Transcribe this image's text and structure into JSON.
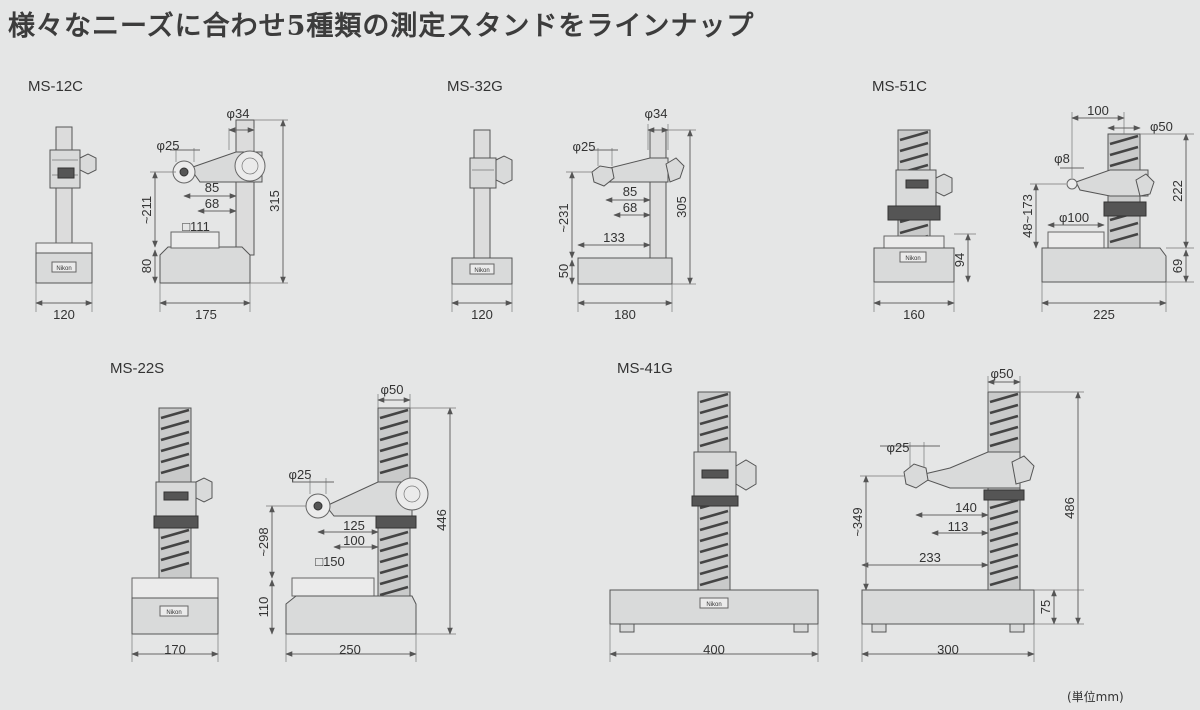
{
  "headline": "様々なニーズに合わせ5種類の測定スタンドをラインナップ",
  "unit_note": "(単位mm)",
  "brand": "Nikon",
  "models": {
    "ms12c": {
      "name": "MS-12C",
      "front_width": "120",
      "side_width": "175",
      "column_dia": "φ34",
      "holder_dia": "φ25",
      "reach_1": "85",
      "reach_2": "68",
      "table_size": "□111",
      "height_range": "~211",
      "base_height": "80",
      "total_height": "315"
    },
    "ms32g": {
      "name": "MS-32G",
      "front_width": "120",
      "side_width": "180",
      "column_dia": "φ34",
      "holder_dia": "φ25",
      "reach_1": "85",
      "reach_2": "68",
      "reach_3": "133",
      "height_range": "~231",
      "base_height": "50",
      "total_height": "305"
    },
    "ms51c": {
      "name": "MS-51C",
      "front_width": "160",
      "side_width": "225",
      "column_dia": "φ50",
      "arm_length": "100",
      "holder_dia": "φ8",
      "table_dia": "φ100",
      "height_range": "48~173",
      "base_height_front": "94",
      "base_height_side": "69",
      "total_height": "222"
    },
    "ms22s": {
      "name": "MS-22S",
      "front_width": "170",
      "side_width": "250",
      "column_dia": "φ50",
      "holder_dia": "φ25",
      "reach_1": "125",
      "reach_2": "100",
      "table_size": "□150",
      "height_range": "~298",
      "base_height": "110",
      "total_height": "446"
    },
    "ms41g": {
      "name": "MS-41G",
      "front_width": "400",
      "side_width": "300",
      "column_dia": "φ50",
      "holder_dia": "φ25",
      "reach_1": "140",
      "reach_2": "113",
      "reach_3": "233",
      "height_range": "~349",
      "base_height": "75",
      "total_height": "486"
    }
  }
}
